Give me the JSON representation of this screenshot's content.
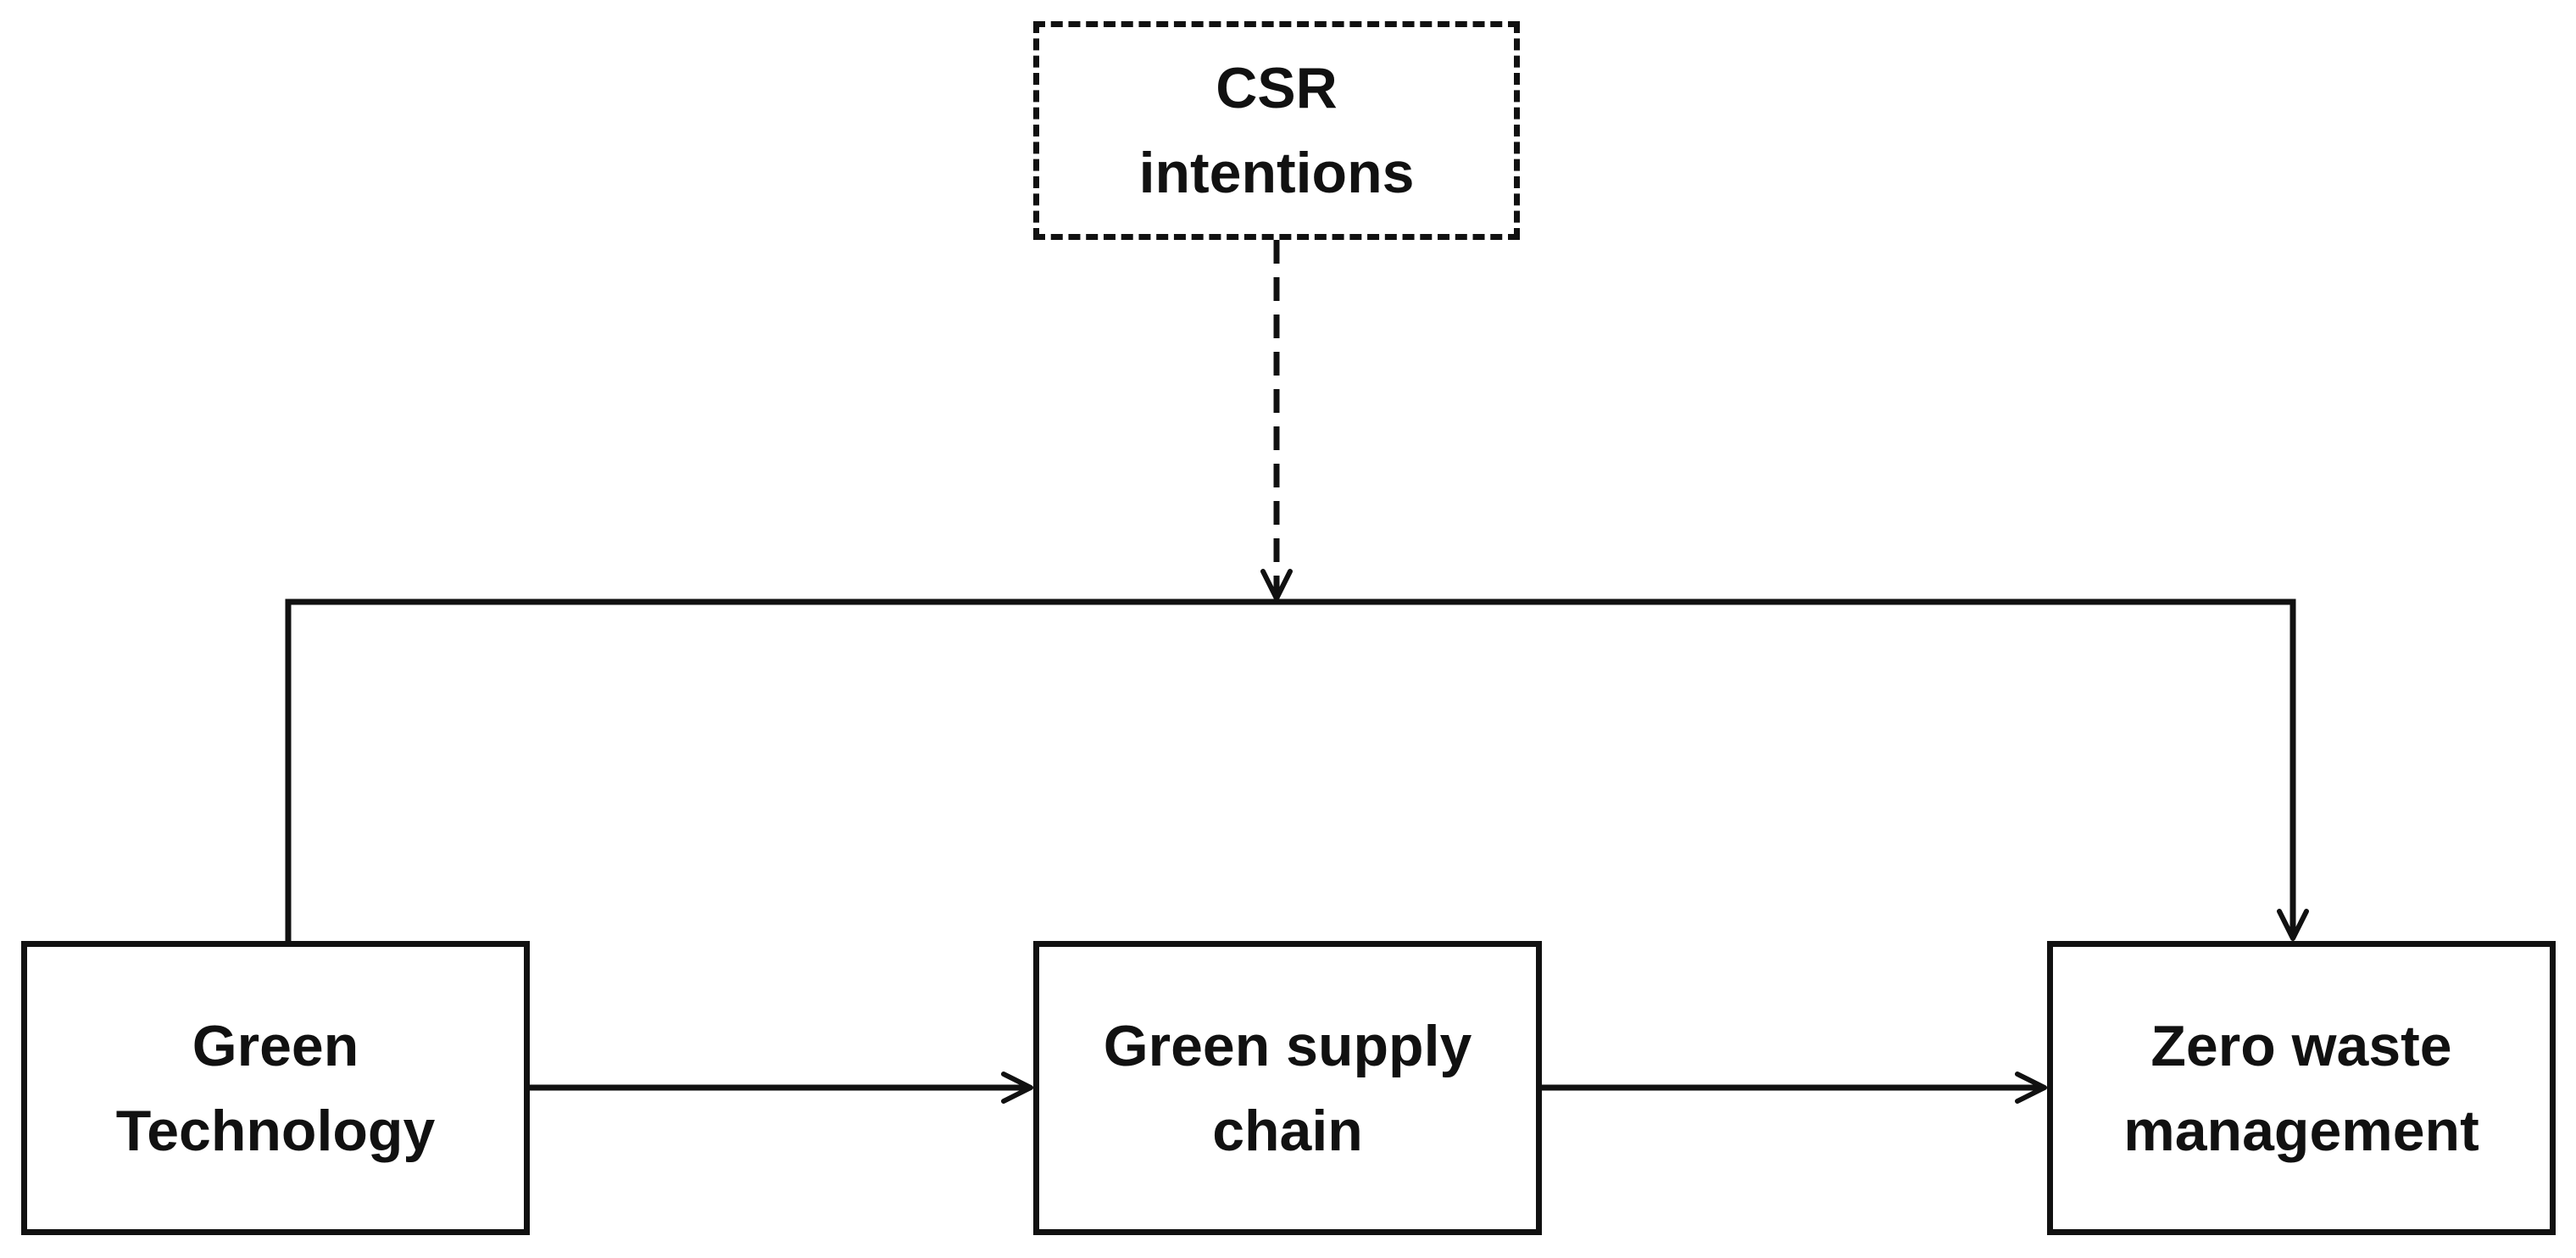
{
  "nodes": {
    "csr": {
      "line1": "CSR",
      "line2": "intentions",
      "style": "dashed"
    },
    "green_technology": {
      "line1": "Green",
      "line2": "Technology",
      "style": "solid"
    },
    "green_supply_chain": {
      "line1": "Green supply",
      "line2": "chain",
      "style": "solid"
    },
    "zero_waste": {
      "line1": "Zero waste",
      "line2": "management",
      "style": "solid"
    }
  },
  "edges": [
    {
      "from": "green_technology",
      "to": "green_supply_chain",
      "style": "solid"
    },
    {
      "from": "green_supply_chain",
      "to": "zero_waste",
      "style": "solid"
    },
    {
      "from": "green_technology",
      "to": "zero_waste",
      "style": "solid",
      "routing": "over-top"
    },
    {
      "from": "csr",
      "to": "green_technology->zero_waste",
      "style": "dashed",
      "role": "moderator"
    }
  ],
  "colors": {
    "stroke": "#111111",
    "background": "#ffffff",
    "text": "#111111"
  }
}
